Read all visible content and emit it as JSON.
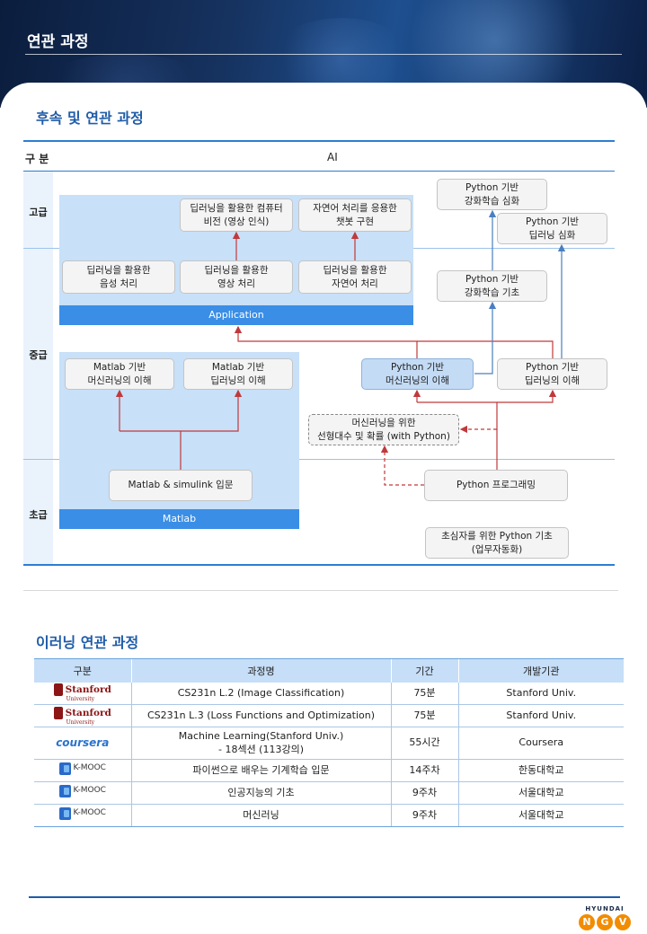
{
  "header": {
    "title": "연관 과정"
  },
  "section1": {
    "title": "후속 및 연관 과정",
    "col_label": "구 분",
    "col_ai": "AI",
    "levels": [
      "고급",
      "중급",
      "초급"
    ],
    "zones": {
      "application": "Application",
      "matlab": "Matlab"
    },
    "nodes": {
      "dl_vision": "딥러닝을 활용한 컴퓨터\n비전 (영상 인식)",
      "nlp_chatbot": "자연어 처리를 응용한\n챗봇 구현",
      "dl_speech": "딥러닝을 활용한\n음성 처리",
      "dl_image": "딥러닝을 활용한\n영상 처리",
      "dl_nlp": "딥러닝을 활용한\n자연어 처리",
      "matlab_ml": "Matlab 기반\n머신러닝의 이해",
      "matlab_dl": "Matlab 기반\n딥러닝의 이해",
      "matlab_intro": "Matlab & simulink 입문",
      "py_rl_adv": "Python 기반\n강화학습 심화",
      "py_dl_adv": "Python 기반\n딥러닝 심화",
      "py_rl_basic": "Python 기반\n강화학습 기초",
      "py_ml": "Python 기반\n머신러닝의 이해",
      "py_dl": "Python 기반\n딥러닝의 이해",
      "linalg": "머신러닝을 위한\n선형대수 및 확률 (with Python)",
      "py_prog": "Python 프로그래밍",
      "py_beginner": "초심자를 위한 Python 기초\n(업무자동화)"
    }
  },
  "section2": {
    "title": "이러닝 연관 과정",
    "headers": [
      "구분",
      "과정명",
      "기간",
      "개발기관"
    ],
    "logos": {
      "stanford_name": "Stanford",
      "stanford_sub": "University",
      "coursera": "coursera",
      "kmooc": "K-MOOC"
    },
    "rows": [
      {
        "logo": "stanford",
        "course": "CS231n L.2 (Image Classification)",
        "period": "75분",
        "org": "Stanford Univ."
      },
      {
        "logo": "stanford",
        "course": "CS231n L.3 (Loss Functions and Optimization)",
        "period": "75분",
        "org": "Stanford Univ."
      },
      {
        "logo": "coursera",
        "course": "Machine Learning(Stanford Univ.)\n- 18섹션 (113강의)",
        "period": "55시간",
        "org": "Coursera"
      },
      {
        "logo": "kmooc",
        "course": "파이썬으로 배우는 기계학습 입문",
        "period": "14주차",
        "org": "한동대학교"
      },
      {
        "logo": "kmooc",
        "course": "인공지능의 기초",
        "period": "9주차",
        "org": "서울대학교"
      },
      {
        "logo": "kmooc",
        "course": "머신러닝",
        "period": "9주차",
        "org": "서울대학교"
      }
    ]
  },
  "footer": {
    "brand_top": "HYUNDAI",
    "brand_letters": [
      "N",
      "G",
      "V"
    ]
  },
  "colors": {
    "accent": "#1f5ca8",
    "zone": "#c8e0f8",
    "bar": "#3a8ee6",
    "arrow_red": "#c0393b",
    "arrow_blue": "#4a7fc1"
  }
}
